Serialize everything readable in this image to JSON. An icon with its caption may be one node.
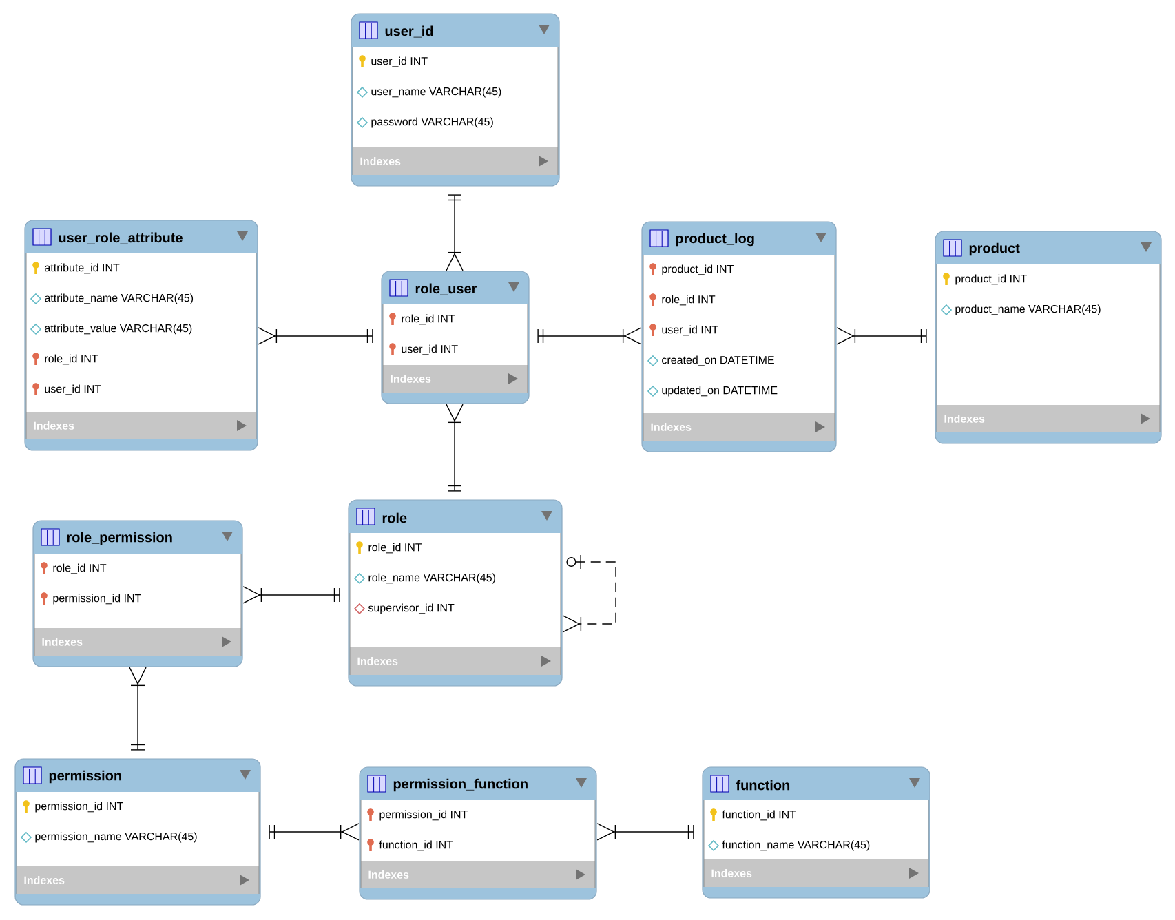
{
  "diagram": {
    "nodes": [
      {
        "text": [
          "user_id",
          "user_id INT",
          "user_name VARCHAR(45)",
          "password VARCHAR(45)",
          "Indexes"
        ]
      },
      {
        "text": [
          "user_role_attribute",
          "attribute_id INT",
          "attribute_name VARCHAR(45)",
          "attribute_value VARCHAR(45)",
          "role_id INT",
          "user_id INT",
          "Indexes"
        ]
      },
      {
        "text": [
          "role_user",
          "role_id INT",
          "user_id INT",
          "Indexes"
        ]
      },
      {
        "text": [
          "product_log",
          "product_id INT",
          "role_id INT",
          "user_id INT",
          "created_on DATETIME",
          "updated_on DATETIME",
          "Indexes"
        ]
      },
      {
        "text": [
          "product",
          "product_id INT",
          "product_name VARCHAR(45)",
          "Indexes"
        ]
      },
      {
        "text": [
          "role_permission",
          "role_id INT",
          "permission_id INT",
          "Indexes"
        ]
      },
      {
        "text": [
          "role",
          "role_id INT",
          "role_name VARCHAR(45)",
          "supervisor_id INT",
          "Indexes"
        ]
      },
      {
        "text": [
          "permission",
          "permission_id INT",
          "permission_name VARCHAR(45)",
          "Indexes"
        ]
      },
      {
        "text": [
          "permission_function",
          "permission_id INT",
          "function_id INT",
          "Indexes"
        ]
      },
      {
        "text": [
          "function",
          "function_id INT",
          "function_name VARCHAR(45)",
          "Indexes"
        ]
      }
    ],
    "edges": [
      {
        "from": 0,
        "to": 2,
        "arrow": "other"
      },
      {
        "from": 2,
        "to": 1,
        "arrow": "other"
      },
      {
        "from": 2,
        "to": 3,
        "arrow": "other"
      },
      {
        "from": 4,
        "to": 3,
        "arrow": "other"
      },
      {
        "from": 6,
        "to": 2,
        "arrow": "other"
      },
      {
        "from": 6,
        "to": 5,
        "arrow": "other"
      },
      {
        "from": 7,
        "to": 5,
        "arrow": "other"
      },
      {
        "from": 7,
        "to": 8,
        "arrow": "other"
      },
      {
        "from": 9,
        "to": 8,
        "arrow": "other"
      },
      {
        "from": 6,
        "to": 6,
        "arrow": "other",
        "style": "dashed"
      }
    ]
  }
}
